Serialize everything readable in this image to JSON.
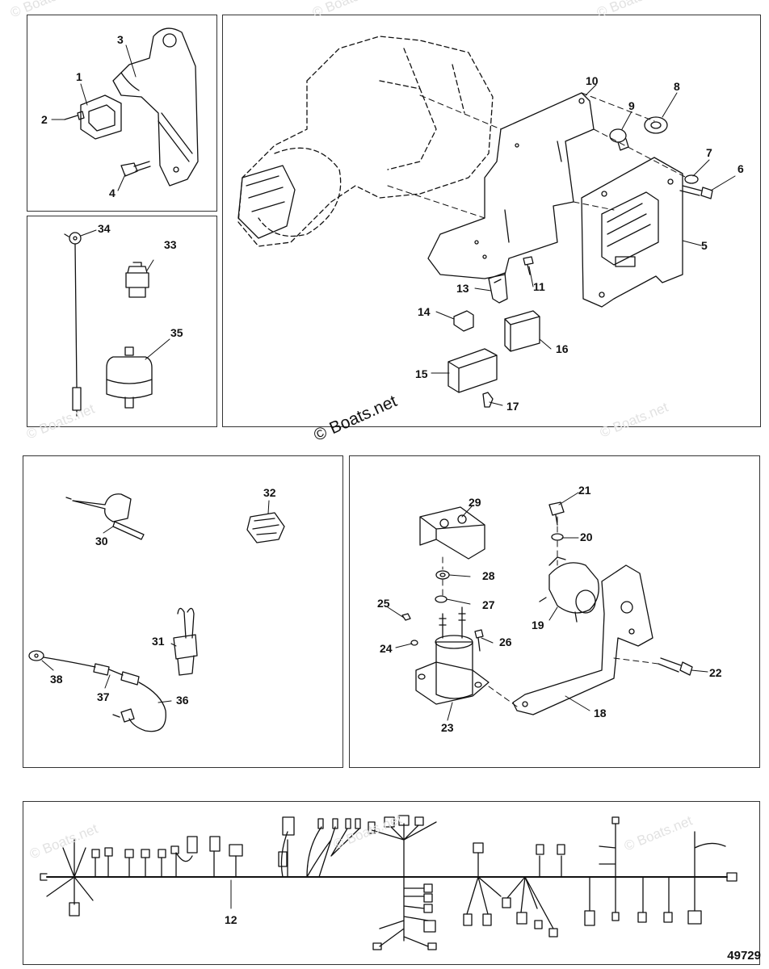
{
  "watermark": "© Boats.net",
  "figure_number": "49729",
  "callouts": [
    "1",
    "2",
    "3",
    "4",
    "5",
    "6",
    "7",
    "8",
    "9",
    "10",
    "11",
    "12",
    "13",
    "14",
    "15",
    "16",
    "17",
    "18",
    "19",
    "20",
    "21",
    "22",
    "23",
    "24",
    "25",
    "26",
    "27",
    "28",
    "29",
    "30",
    "31",
    "32",
    "33",
    "34",
    "35",
    "36",
    "37",
    "38"
  ]
}
